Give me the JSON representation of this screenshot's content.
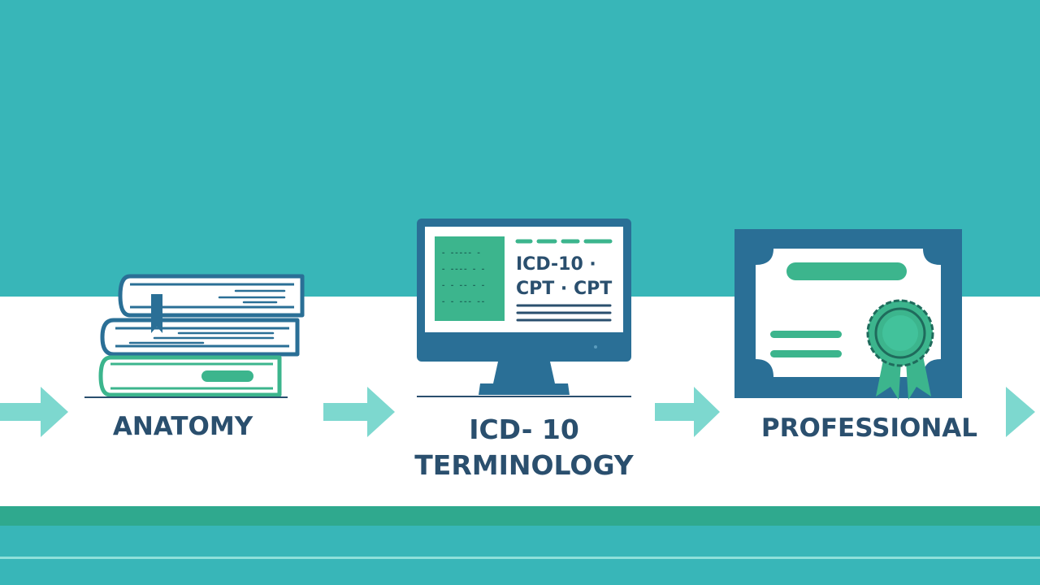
{
  "steps": [
    {
      "label": "ANATOMY",
      "icon": "books-stack-icon"
    },
    {
      "label_line1": "ICD- 10",
      "label_line2": "TERMINOLOGY",
      "icon": "computer-monitor-icon",
      "screen_line1": "ICD-10 ·",
      "screen_line2": "CPT · CPT",
      "screen_panel_lines": [
        "- ----- -",
        "- ---- - -",
        "- - -- - -",
        "- - --- --"
      ]
    },
    {
      "label": "PROFESSIONAL",
      "icon": "certificate-award-icon"
    }
  ],
  "colors": {
    "background_teal": "#38b6b8",
    "band_white": "#ffffff",
    "band_green": "#2fa98e",
    "outline_blue": "#2a6f96",
    "accent_green": "#3cb58d",
    "arrow_mint": "#7dd8cf",
    "text_navy": "#2a4f6e"
  }
}
